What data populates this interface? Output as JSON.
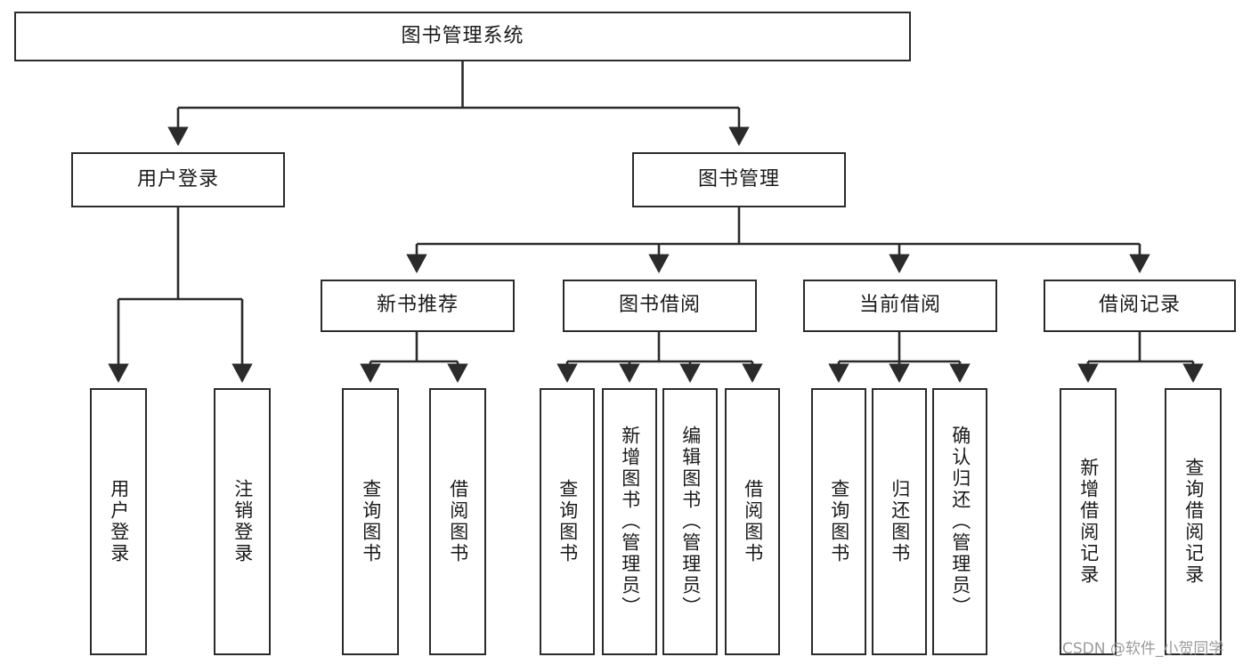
{
  "diagram": {
    "title": "图书管理系统",
    "type": "tree-hierarchy",
    "watermark": "CSDN @软件_小贺同学",
    "colors": {
      "stroke": "#2b2b2b",
      "box_fill": "#ffffff",
      "text": "#1a1a1a",
      "watermark": "#9b9b9b",
      "background": "#ffffff"
    },
    "root": {
      "label": "图书管理系统"
    },
    "level2": [
      {
        "label": "用户登录"
      },
      {
        "label": "图书管理"
      }
    ],
    "level3": [
      {
        "label": "新书推荐"
      },
      {
        "label": "图书借阅"
      },
      {
        "label": "当前借阅"
      },
      {
        "label": "借阅记录"
      }
    ],
    "leaves": {
      "user_login": [
        {
          "label": "用户登录"
        },
        {
          "label": "注销登录"
        }
      ],
      "new_book_recommend": [
        {
          "label": "查询图书"
        },
        {
          "label": "借阅图书"
        }
      ],
      "book_borrow": [
        {
          "label": "查询图书"
        },
        {
          "label": "新增图书（管理员）"
        },
        {
          "label": "编辑图书（管理员）"
        },
        {
          "label": "借阅图书"
        }
      ],
      "current_borrow": [
        {
          "label": "查询图书"
        },
        {
          "label": "归还图书"
        },
        {
          "label": "确认归还（管理员）"
        }
      ],
      "borrow_record": [
        {
          "label": "新增借阅记录"
        },
        {
          "label": "查询借阅记录"
        }
      ]
    }
  }
}
